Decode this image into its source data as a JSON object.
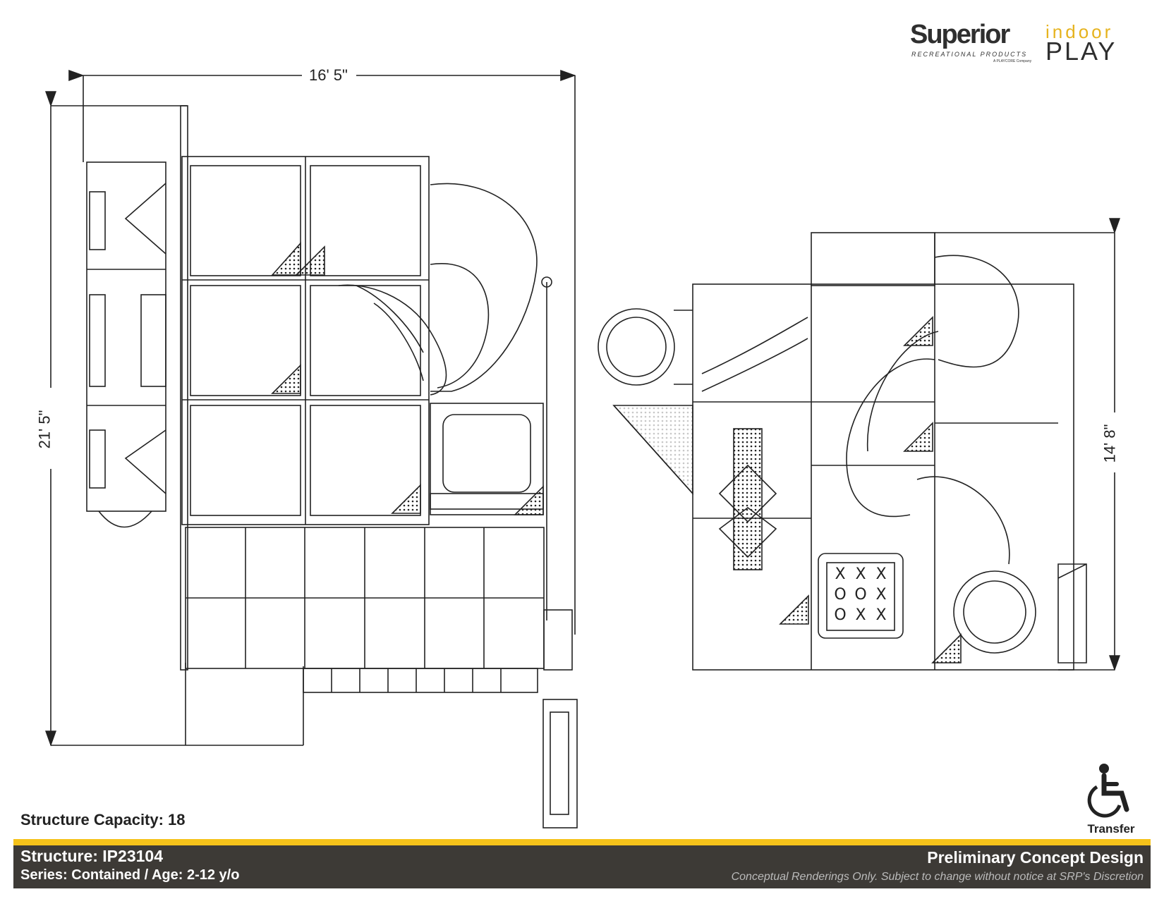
{
  "brand": {
    "name": "Superior",
    "subtitle": "RECREATIONAL PRODUCTS",
    "company": "A PLAYCORE Company",
    "product_line_top": "indoor",
    "product_line_bottom": "PLAY",
    "accent_color": "#f5c21a"
  },
  "dimensions": {
    "plan_width": "16' 5\"",
    "plan_depth": "21' 5\"",
    "elevation_height": "14' 8\""
  },
  "capacity": "Structure Capacity: 18",
  "accessibility": {
    "icon": "wheelchair-icon",
    "label": "Transfer"
  },
  "footer": {
    "structure": "Structure: IP23104",
    "series": "Series: Contained / Age: 2-12 y/o",
    "design_status": "Preliminary Concept Design",
    "disclaimer": "Conceptual Renderings Only. Subject to change without notice at SRP's Discretion"
  }
}
